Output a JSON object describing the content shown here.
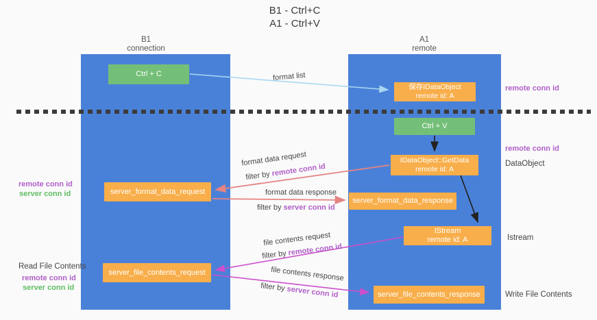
{
  "title": {
    "line1": "B1 - Ctrl+C",
    "line2": "A1 - Ctrl+V"
  },
  "columns": {
    "left": {
      "name": "B1",
      "subtitle": "connection"
    },
    "right": {
      "name": "A1",
      "subtitle": "remote"
    }
  },
  "boxes": {
    "ctrl_c": "Ctrl + C",
    "ctrl_v": "Ctrl + V",
    "save_idataobject": {
      "line1": "保存IDataObject",
      "line2": "remote id: A"
    },
    "getdata": {
      "line1": "IDataObject::GetData",
      "line2": "remote id: A"
    },
    "istream": {
      "line1": "IStream",
      "line2": "remote id: A"
    },
    "server_format_data_request": "server_format_data_request",
    "server_format_data_response": "server_format_data_response",
    "server_file_contents_request": "server_file_contents_request",
    "server_file_contents_response": "server_file_contents_response"
  },
  "arrow_labels": {
    "format_list": "format list",
    "format_data_request": "format data request",
    "format_data_response": "format data response",
    "file_contents_request": "file contents request",
    "file_contents_response": "file contents response",
    "filter_by": "filter by ",
    "remote_conn_id": "remote conn id",
    "server_conn_id": "server conn id"
  },
  "side_labels": {
    "remote_conn_id": "remote conn id",
    "server_conn_id": "server conn id",
    "dataobject": "DataObject",
    "istream": "Istream",
    "read_file_contents": "Read File Contents",
    "write_file_contents": "Write File Contents"
  },
  "colors": {
    "lifeline_blue": "#4a81d8",
    "box_green": "#74bf77",
    "box_orange": "#f8ae4a",
    "arrow_lightblue": "#a9d7f2",
    "arrow_salmon": "#e58383",
    "arrow_magenta": "#cb4fcb",
    "arrow_black": "#222222",
    "text_purple": "#b05fc8",
    "text_green": "#5fbd63",
    "background": "#fafafa"
  }
}
